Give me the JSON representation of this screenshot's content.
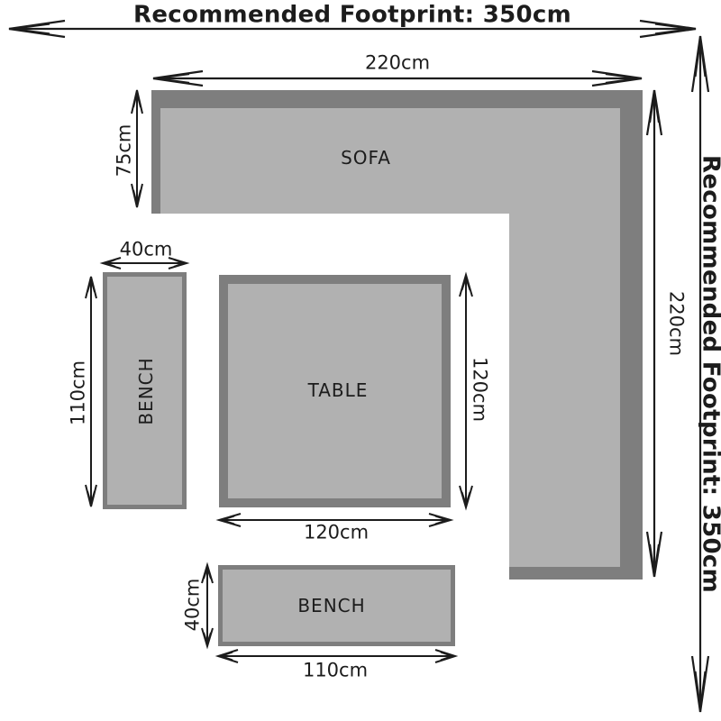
{
  "colors": {
    "background": "#ffffff",
    "furniture_fill": "#b1b1b1",
    "furniture_border": "#7e7e7e",
    "ink": "#1c1c1c"
  },
  "footprint": {
    "top_label": "Recommended Footprint: 350cm",
    "right_label": "Recommended Footprint: 350cm"
  },
  "sofa": {
    "name": "SOFA",
    "width_label": "220cm",
    "depth_label": "75cm",
    "height_label": "220cm"
  },
  "bench_left": {
    "name": "BENCH",
    "width_label": "40cm",
    "height_label": "110cm"
  },
  "table": {
    "name": "TABLE",
    "width_label": "120cm",
    "height_label": "120cm"
  },
  "bench_bottom": {
    "name": "BENCH",
    "width_label": "110cm",
    "height_label": "40cm"
  }
}
